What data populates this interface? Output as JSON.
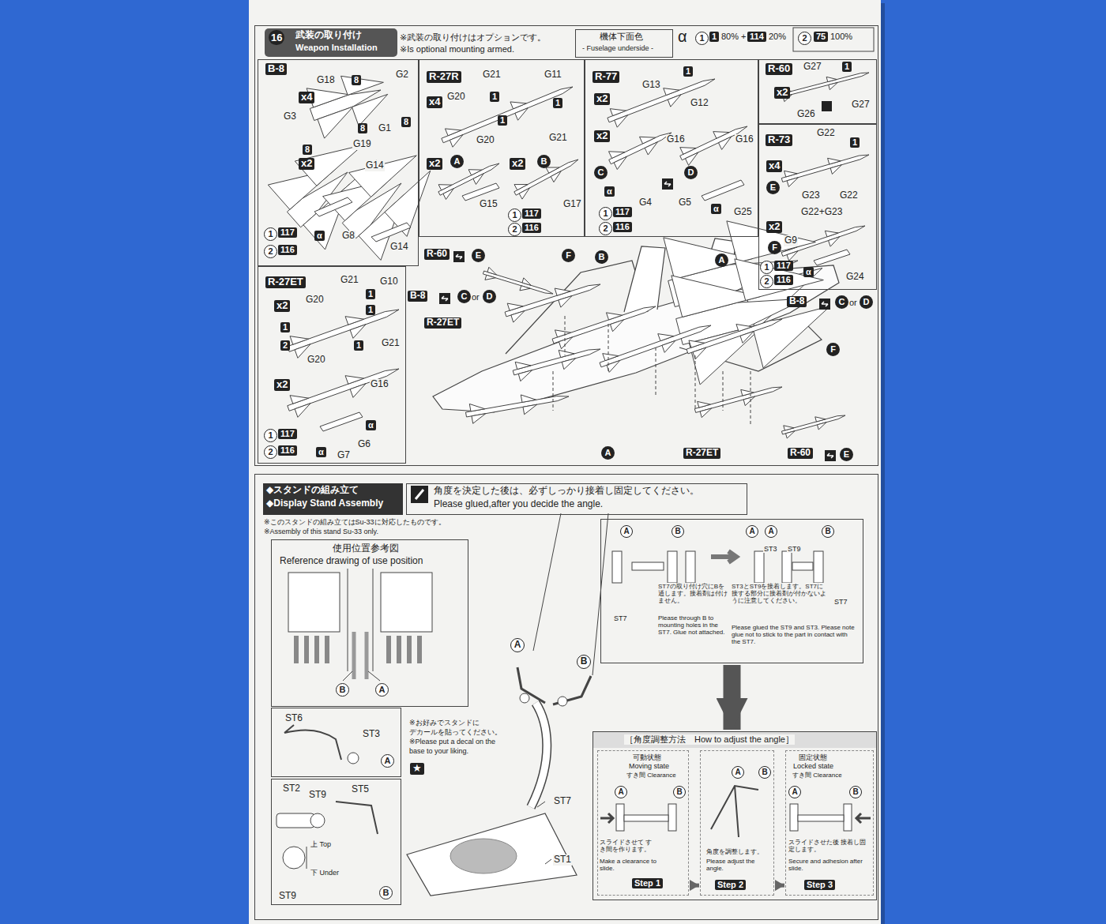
{
  "diagram": {
    "nodes": [
      {
        "text": [
          "16",
          "武装の取り付け",
          "Weapon Installation",
          "※武装の取り付けはオプションです。",
          "※Is optional mounting armed.",
          "α",
          "1",
          "1",
          "80% +",
          "114",
          "20%",
          "2",
          "75",
          "100%"
        ]
      },
      {
        "text": [
          "機体下面色",
          "- Fuselage underside -"
        ],
        "in": 0
      },
      {
        "text": [
          "B-8",
          "G18",
          "8",
          "G2",
          "x4",
          "G3",
          "8",
          "G19",
          "G1",
          "8",
          "8",
          "x2",
          "G14",
          "α",
          "G8",
          "G14",
          "1",
          "117",
          "2",
          "116"
        ],
        "in": 0
      },
      {
        "text": [
          "R-27R",
          "G21",
          "G11",
          "x4",
          "G20",
          "1",
          "1",
          "1",
          "G20",
          "G21",
          "x2",
          "A",
          "x2",
          "B",
          "G15",
          "G17",
          "1",
          "117",
          "2",
          "116"
        ],
        "in": 0
      },
      {
        "text": [
          "R-77",
          "G13",
          "1",
          "G12",
          "x2",
          "x2",
          "G16",
          "G16",
          "C",
          "D",
          "α",
          "G4",
          "G5",
          "α",
          "G25",
          "1",
          "117",
          "2",
          "116"
        ],
        "in": 0
      },
      {
        "text": [
          "R-60",
          "G27",
          "1",
          "x2",
          "G26",
          "G27"
        ],
        "in": 0
      },
      {
        "text": [
          "R-73",
          "G22",
          "1",
          "x4",
          "E",
          "G23",
          "G22",
          "G22+G23",
          "x2",
          "G9",
          "F",
          "α",
          "G24",
          "1",
          "117",
          "2",
          "116"
        ],
        "in": 0
      },
      {
        "text": [
          "R-27ET",
          "G21",
          "G10",
          "x2",
          "G20",
          "1",
          "1",
          "1",
          "2",
          "1",
          "G21",
          "G20",
          "x2",
          "G16",
          "α",
          "G6",
          "α",
          "G7",
          "1",
          "117",
          "2",
          "116"
        ],
        "in": 0
      },
      {
        "text": [
          "R-60",
          "E",
          "F",
          "B",
          "A",
          "B-8",
          "C",
          "or",
          "D",
          "B-8",
          "C",
          "or",
          "D",
          "R-27ET",
          "F",
          "A",
          "R-27ET",
          "R-60",
          "E"
        ],
        "in": 0
      },
      {
        "text": [
          "※このスタンドの組み立てはSu-33に対応したものです。",
          "※Assembly of this stand Su-33 only.",
          "A",
          "B",
          "※お好みでスタンドに",
          "デカールを貼ってください。",
          "※Please put a decal on the",
          "base to your liking.",
          "★",
          "ST7",
          "ST1"
        ]
      },
      {
        "text": [
          "◆スタンドの組み立て",
          "◆Display Stand Assembly"
        ],
        "in": 9
      },
      {
        "text": [
          "角度を決定した後は、必ずしっかり接着し固定してください。",
          "Please glued,after you decide the angle."
        ],
        "in": 9
      },
      {
        "text": [
          "使用位置参考図",
          "Reference drawing of use position",
          "B",
          "A"
        ],
        "in": 9
      },
      {
        "text": [
          "ST6",
          "ST3",
          "A"
        ],
        "in": 9
      },
      {
        "text": [
          "ST2",
          "ST9",
          "ST5",
          "上 Top",
          "下 Under",
          "ST9",
          "B"
        ],
        "in": 9
      },
      {
        "text": [
          "A",
          "B",
          "A",
          "A",
          "B",
          "ST3",
          "ST9",
          "ST7の取り付け穴にBを通します。接着剤は付けません。",
          "Please through B to mounting holes in the ST7. Glue not attached.",
          "ST7",
          "ST3とST9を接着します。ST7に接する部分に接着剤が付かないように注意してください。",
          "Please glued the ST9 and ST3. Please note glue not to stick to the part in contact with the ST7.",
          "ST7"
        ],
        "in": 9
      },
      {
        "text": [
          "［角度調整方法　How to adjust the angle］"
        ],
        "in": 9
      },
      {
        "text": [
          "可動状態",
          "Moving state",
          "すき間 Clearance",
          "A",
          "B",
          "スライドさせて すき間を作ります。",
          "Make a clearance to slide.",
          "Step 1"
        ],
        "in": 16
      },
      {
        "text": [
          "A",
          "B",
          "角度を調整します。",
          "Please adjust the angle.",
          "Step 2"
        ],
        "in": 16
      },
      {
        "text": [
          "固定状態",
          "Locked state",
          "すき間 Clearance",
          "A",
          "B",
          "スライドさせた後 接着し固定します。",
          "Secure and adhesion after slide.",
          "Step 3"
        ],
        "in": 16
      }
    ],
    "edges": [
      {
        "from": 15,
        "to": 16,
        "arrow": "to"
      },
      {
        "from": 17,
        "to": 18,
        "arrow": "to"
      },
      {
        "from": 18,
        "to": 19,
        "arrow": "to"
      }
    ]
  }
}
